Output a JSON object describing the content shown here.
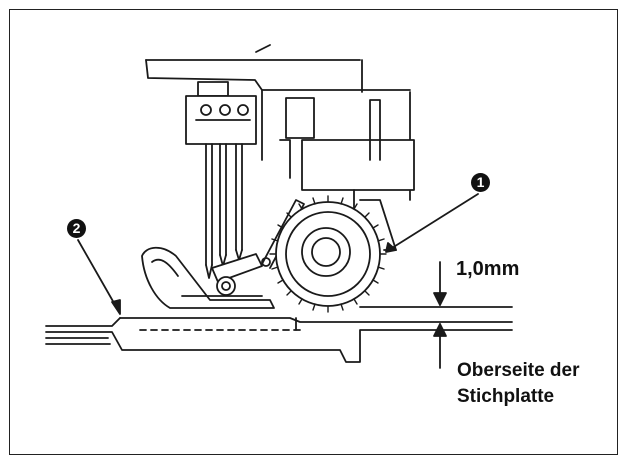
{
  "callouts": {
    "c1": "1",
    "c2": "2"
  },
  "labels": {
    "gap": "1,0mm",
    "surface_line1": "Oberseite der",
    "surface_line2": "Stichplatte"
  },
  "colors": {
    "line": "#1a1a1a",
    "fill": "#ffffff"
  }
}
